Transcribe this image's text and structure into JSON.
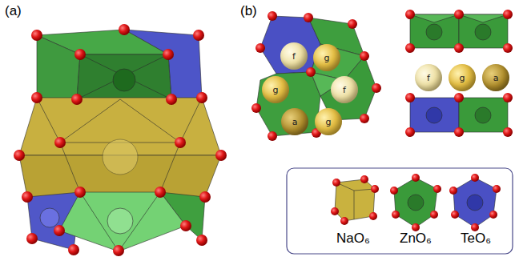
{
  "diagram": {
    "nodes": [
      {
        "text": [
          "f"
        ]
      },
      {
        "text": [
          "g"
        ]
      },
      {
        "text": [
          "g"
        ]
      },
      {
        "text": [
          "f"
        ]
      },
      {
        "text": [
          "a"
        ]
      },
      {
        "text": [
          "g"
        ]
      },
      {
        "text": [
          "f"
        ]
      },
      {
        "text": [
          "g"
        ]
      },
      {
        "text": [
          "a"
        ]
      }
    ],
    "labels": [
      "(a)",
      "(b)"
    ],
    "legend": [
      {
        "text": "NaO₆"
      },
      {
        "text": "ZnO₆"
      },
      {
        "text": "TeO₆"
      }
    ]
  }
}
